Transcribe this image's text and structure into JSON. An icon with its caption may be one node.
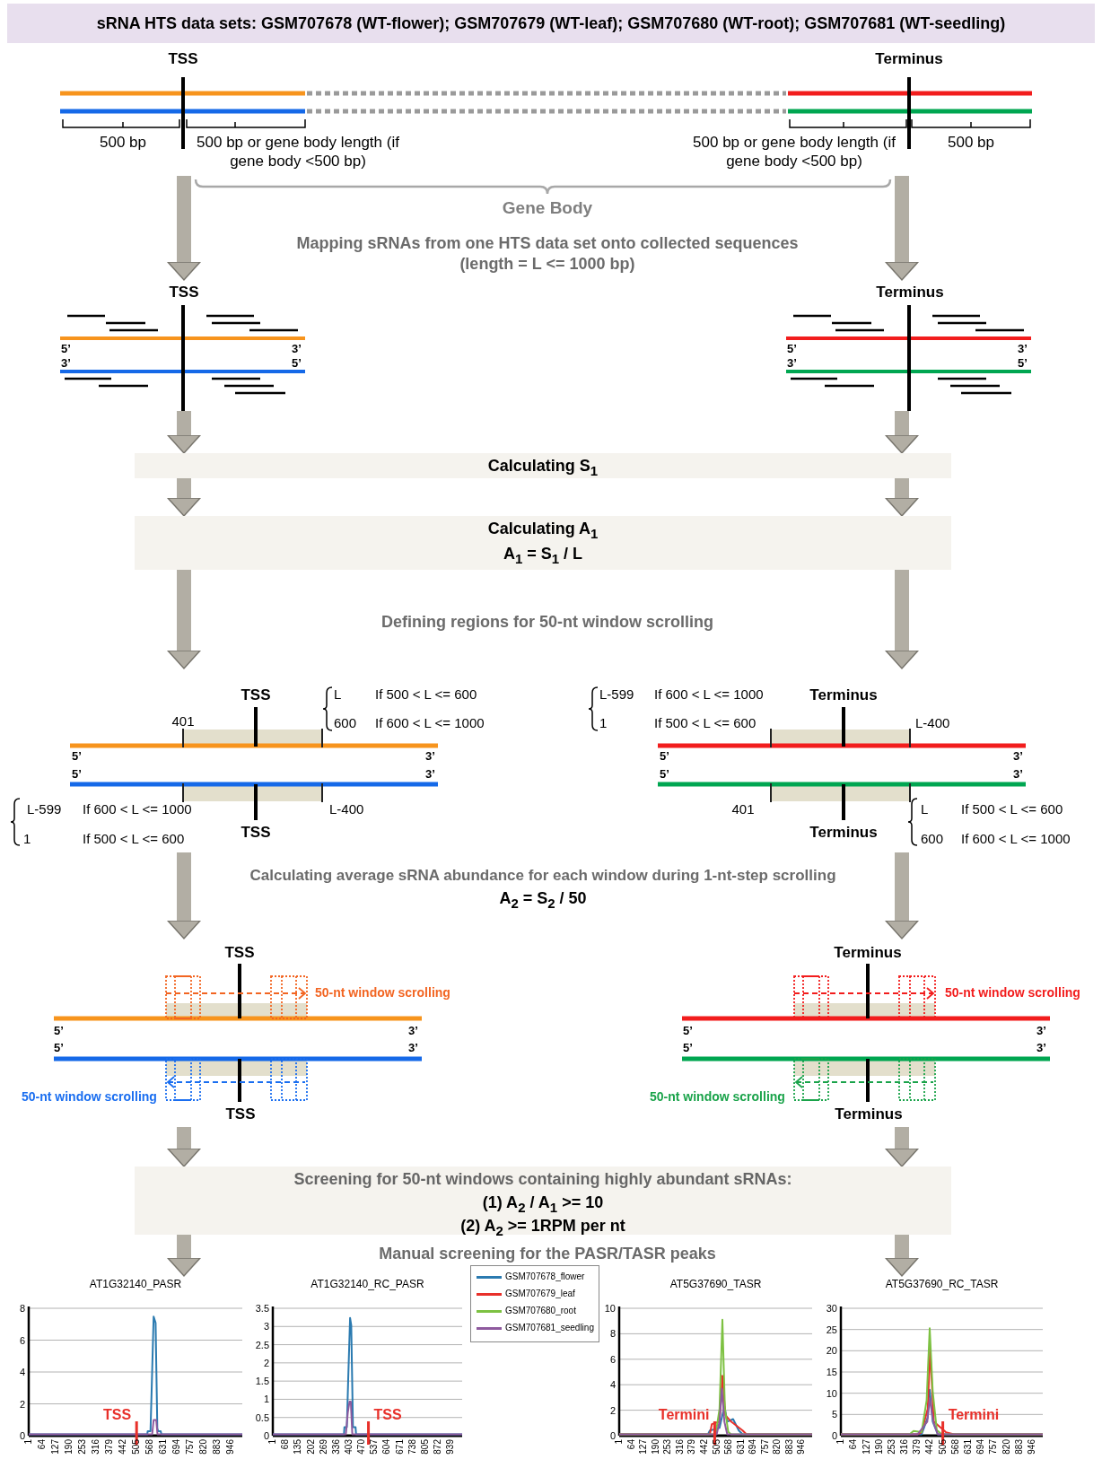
{
  "diagram": {
    "nodes": [
      {
        "text": [
          "sRNA HTS data sets: GSM707678 (WT-flower); GSM707679 (WT-leaf); GSM707680 (WT-root); GSM707681 (WT-seedling)"
        ]
      },
      {
        "text": [
          "TSS",
          "500 bp",
          "500 bp or gene body length (if gene body <500 bp)"
        ]
      },
      {
        "text": [
          "Terminus",
          "500 bp or gene body length (if gene body <500 bp)",
          "500 bp"
        ]
      },
      {
        "text": [
          "TSS",
          "5’",
          "3’",
          "3’",
          "5’"
        ]
      },
      {
        "text": [
          "Terminus",
          "5’",
          "3’",
          "3’",
          "5’"
        ]
      },
      {
        "text": [
          "Calculating S$_{1}$"
        ]
      },
      {
        "text": [
          "Calculating A$_{1}$",
          "A$_{1}$ = S$_{1}$ / L"
        ]
      },
      {
        "text": [
          "TSS",
          "401",
          "L",
          "If 500 < L <= 600",
          "600",
          "If 600 < L <= 1000",
          "5’",
          "3’",
          "5’",
          "3’",
          "L-599",
          "If 600 < L <= 1000",
          "L-400",
          "TSS",
          "1",
          "If 500 < L <= 600"
        ]
      },
      {
        "text": [
          "L-599",
          "If 600 < L <= 1000",
          "Terminus",
          "1",
          "If 500 < L <= 600",
          "L-400",
          "5’",
          "3’",
          "5’",
          "3’",
          "401",
          "L",
          "If 500 < L <= 600",
          "Terminus",
          "600",
          "If 600 < L <= 1000"
        ]
      },
      {
        "text": [
          "TSS",
          "50-nt window scrolling",
          "5’",
          "3’",
          "5’",
          "3’",
          "50-nt window scrolling",
          "TSS"
        ]
      },
      {
        "text": [
          "Terminus",
          "50-nt window scrolling",
          "5’",
          "3’",
          "5’",
          "3’",
          "50-nt window scrolling",
          "Terminus"
        ]
      },
      {
        "text": [
          "Screening for 50-nt windows containing highly abundant sRNAs:",
          "(1) A$_{2}$ / A$_{1}$ >= 10",
          "(2) A$_{2}$ >= 1RPM per nt"
        ]
      },
      {
        "text": [
          "AT1G32140_PASR",
          "8",
          "6",
          "4",
          "2",
          "0",
          "1",
          "64",
          "127",
          "190",
          "253",
          "316",
          "379",
          "442",
          "505",
          "568",
          "631",
          "694",
          "757",
          "820",
          "883",
          "946",
          "TSS"
        ]
      },
      {
        "text": [
          "AT1G32140_RC_PASR",
          "3.5",
          "3",
          "2.5",
          "2",
          "1.5",
          "1",
          "0.5",
          "0",
          "1",
          "68",
          "135",
          "202",
          "269",
          "336",
          "403",
          "470",
          "537",
          "604",
          "671",
          "738",
          "805",
          "872",
          "939",
          "TSS"
        ]
      },
      {
        "text": [
          "AT5G37690_TASR",
          "10",
          "8",
          "6",
          "4",
          "2",
          "0",
          "1",
          "64",
          "127",
          "190",
          "253",
          "316",
          "379",
          "442",
          "505",
          "568",
          "631",
          "694",
          "757",
          "820",
          "883",
          "946",
          "Termini"
        ]
      },
      {
        "text": [
          "AT5G37690_RC_TASR",
          "30",
          "25",
          "20",
          "15",
          "10",
          "5",
          "0",
          "1",
          "64",
          "127",
          "190",
          "253",
          "316",
          "379",
          "442",
          "505",
          "568",
          "631",
          "694",
          "757",
          "820",
          "883",
          "946",
          "Termini"
        ]
      }
    ],
    "edges": [
      {
        "from": 1,
        "to": 3,
        "arrow": "to"
      },
      {
        "from": 2,
        "to": 4,
        "arrow": "to"
      },
      {
        "from": 3,
        "to": 5,
        "arrow": "to"
      },
      {
        "from": 4,
        "to": 5,
        "arrow": "to"
      },
      {
        "from": 5,
        "to": 6,
        "arrow": "to"
      },
      {
        "from": 5,
        "to": 6,
        "arrow": "to"
      },
      {
        "from": 6,
        "to": 7,
        "arrow": "to"
      },
      {
        "from": 6,
        "to": 8,
        "arrow": "to"
      },
      {
        "from": 7,
        "to": 9,
        "arrow": "to"
      },
      {
        "from": 8,
        "to": 10,
        "arrow": "to"
      },
      {
        "from": 9,
        "to": 11,
        "arrow": "to"
      },
      {
        "from": 10,
        "to": 11,
        "arrow": "to"
      },
      {
        "from": 11,
        "to": 12,
        "arrow": "to"
      },
      {
        "from": 11,
        "to": 15,
        "arrow": "to"
      },
      {
        "from": 1,
        "to": 2,
        "arrow": "none",
        "style": "dashed",
        "color": "#9a9a9a"
      },
      {
        "from": 1,
        "to": 2,
        "arrow": "none",
        "style": "dashed",
        "color": "#9a9a9a"
      }
    ],
    "labels": [
      "Gene Body",
      "Mapping sRNAs from one HTS data set onto collected sequences (length = L <= 1000 bp)",
      "Defining regions for 50-nt window scrolling",
      "Calculating average sRNA abundance for each window during 1-nt-step scrolling",
      "A$_{2}$ = S$_{2}$ / 50",
      "Manual screening for the PASR/TASR peaks"
    ],
    "legend": [
      {
        "text": "GSM707678_flower",
        "color": "#2a7ab0"
      },
      {
        "text": "GSM707679_leaf",
        "color": "#e8302a"
      },
      {
        "text": "GSM707680_root",
        "color": "#7dc142"
      },
      {
        "text": "GSM707681_seedling",
        "color": "#8e5a9e"
      }
    ]
  }
}
